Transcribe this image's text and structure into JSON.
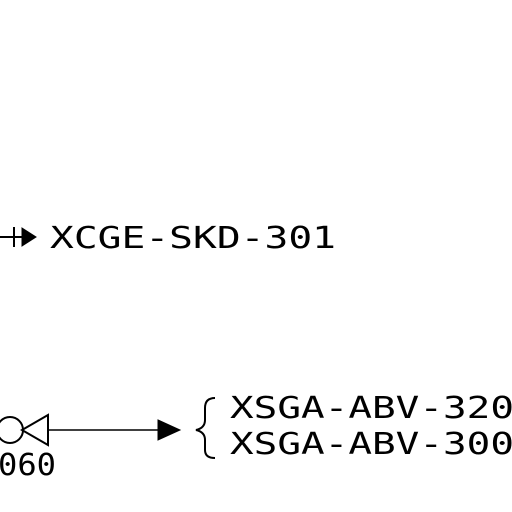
{
  "diagram": {
    "line_color": "#000000",
    "background": "#ffffff",
    "tag_skd": "XCGE-SKD-301",
    "valve_tag_partial": "060",
    "brace_tags": [
      "XSGA-ABV-320",
      "XSGA-ABV-300"
    ],
    "symbols": [
      "flow-arrow-icon",
      "valve-icon",
      "brace-icon"
    ]
  }
}
